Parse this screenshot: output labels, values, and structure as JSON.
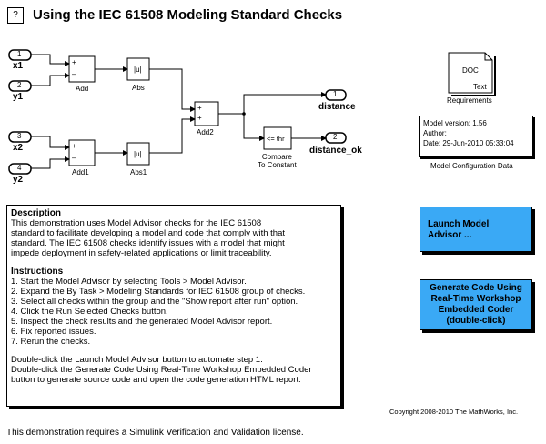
{
  "header": {
    "help_button": "?",
    "title": "Using the IEC 61508 Modeling Standard Checks"
  },
  "diagram": {
    "inports": [
      {
        "num": "1",
        "name": "x1"
      },
      {
        "num": "2",
        "name": "y1"
      },
      {
        "num": "3",
        "name": "x2"
      },
      {
        "num": "4",
        "name": "y2"
      }
    ],
    "outports": [
      {
        "num": "1",
        "name": "distance"
      },
      {
        "num": "2",
        "name": "distance_ok"
      }
    ],
    "blocks": {
      "add": "Add",
      "add1": "Add1",
      "add2": "Add2",
      "abs": "Abs",
      "abs1": "Abs1",
      "abs_glyph": "|u|",
      "compare": "Compare\nTo Constant",
      "compare_glyph": "<= thr",
      "plus": "+",
      "minus": "–"
    }
  },
  "requirements": {
    "doc_label": "DOC",
    "doc_sub": "Text",
    "caption": "Requirements"
  },
  "config": {
    "version": "Model version: 1.56",
    "author": "Author:",
    "date": "Date: 29-Jun-2010 05:33:04",
    "caption": "Model Configuration Data"
  },
  "description": {
    "heading": "Description",
    "text": "This demonstration uses Model Advisor checks for the IEC 61508\nstandard to facilitate developing a model and code that comply with that\nstandard. The IEC 61508 checks identify issues with a model that might\nimpede deployment in safety-related applications or limit traceability.",
    "instructions_heading": "Instructions",
    "steps": "1. Start the Model Advisor by selecting Tools > Model Advisor.\n2. Expand the By Task > Modeling Standards for IEC 61508 group of checks.\n3. Select all checks within the group and the \"Show report after run\" option.\n4. Click the Run Selected Checks button.\n5. Inspect the check results and the generated Model Advisor report.\n6. Fix reported issues.\n7. Rerun the checks.",
    "note": "Double-click the Launch Model Advisor button to automate step 1.\nDouble-click the Generate Code Using Real-Time Workshop Embedded Coder\nbutton to generate source code and open the code generation HTML report."
  },
  "buttons": {
    "launch": "Launch Model\nAdvisor ...",
    "generate": "Generate Code Using\nReal-Time Workshop\nEmbedded Coder\n(double-click)",
    "accent": "#3aa9f5"
  },
  "copyright": "Copyright 2008-2010 The MathWorks, Inc.",
  "footer": "This demonstration requires a Simulink Verification and Validation license."
}
